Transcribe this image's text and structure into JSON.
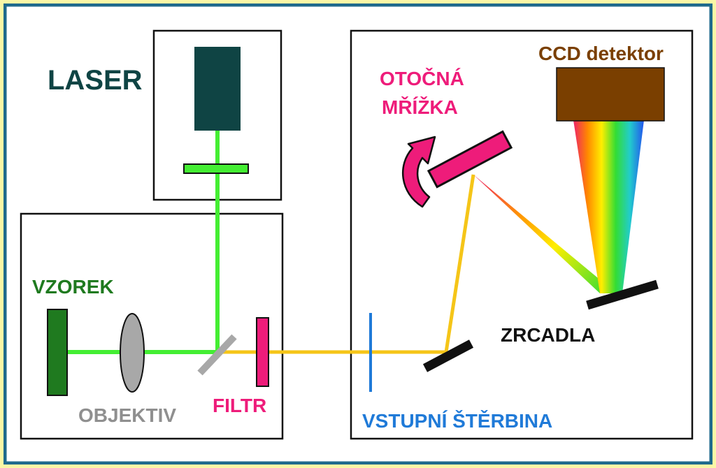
{
  "labels": {
    "laser": "LASER",
    "vzorek": "VZOREK",
    "objektiv": "OBJEKTIV",
    "filtr": "FILTR",
    "vstupni_sterbina": "VSTUPNÍ ŠTĚRBINA",
    "zrcadla": "ZRCADLA",
    "otocna": "OTOČNÁ",
    "mrizka": "MŘÍŽKA",
    "ccd": "CCD detektor"
  },
  "colors": {
    "page_background": "#fbf7a6",
    "frame_border": "#1f6a8c",
    "panel_fill": "#ffffff",
    "laser_body": "#0f4444",
    "laser_beam": "#44ee33",
    "raman_beam": "#f5c518",
    "sample": "#1f7a1f",
    "objective": "#a8a8a8",
    "filter": "#ee1c7a",
    "slit": "#1f7ad8",
    "mirror": "#111111",
    "grating": "#ee1c7a",
    "ccd": "#7a3f00",
    "label_laser": "#0f4444",
    "label_vzorek": "#1f7a1f",
    "label_objektiv": "#8f8f8f",
    "label_filtr": "#ee1c7a",
    "label_sterbina": "#1f7ad8",
    "label_zrcadla": "#111111",
    "label_mrizka": "#ee1c7a",
    "label_ccd": "#7a3f00"
  }
}
